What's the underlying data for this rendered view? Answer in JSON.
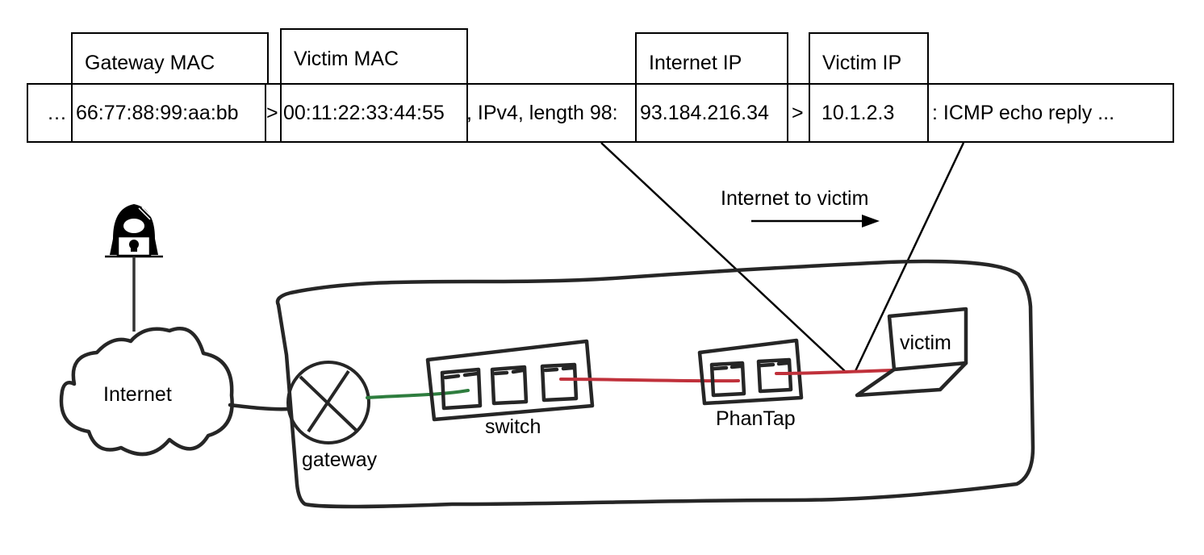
{
  "packet": {
    "prefix": "…",
    "gateway_mac": "66:77:88:99:aa:bb",
    "arrow1": ">",
    "victim_mac": "00:11:22:33:44:55",
    "middle": ", IPv4, length 98:",
    "internet_ip": "93.184.216.34",
    "arrow2": ">",
    "victim_ip": "10.1.2.3",
    "suffix": ": ICMP echo reply ..."
  },
  "field_labels": {
    "gateway_mac": "Gateway MAC",
    "victim_mac": "Victim MAC",
    "internet_ip": "Internet IP",
    "victim_ip": "Victim IP"
  },
  "direction": {
    "label": "Internet to victim",
    "icon": "arrow-right-icon"
  },
  "nodes": {
    "attacker": {
      "icon": "hacker-icon"
    },
    "internet": {
      "label": "Internet",
      "icon": "cloud-icon"
    },
    "gateway": {
      "label": "gateway",
      "icon": "router-icon"
    },
    "switch": {
      "label": "switch",
      "icon": "switch-icon",
      "ports": 3
    },
    "phantap": {
      "label": "PhanTap",
      "icon": "phantap-icon",
      "ports": 2
    },
    "victim": {
      "label": "victim",
      "icon": "laptop-icon"
    }
  },
  "colors": {
    "gateway_link": "#2e7d3e",
    "tapped_link": "#c0313b",
    "outline": "#262626"
  }
}
